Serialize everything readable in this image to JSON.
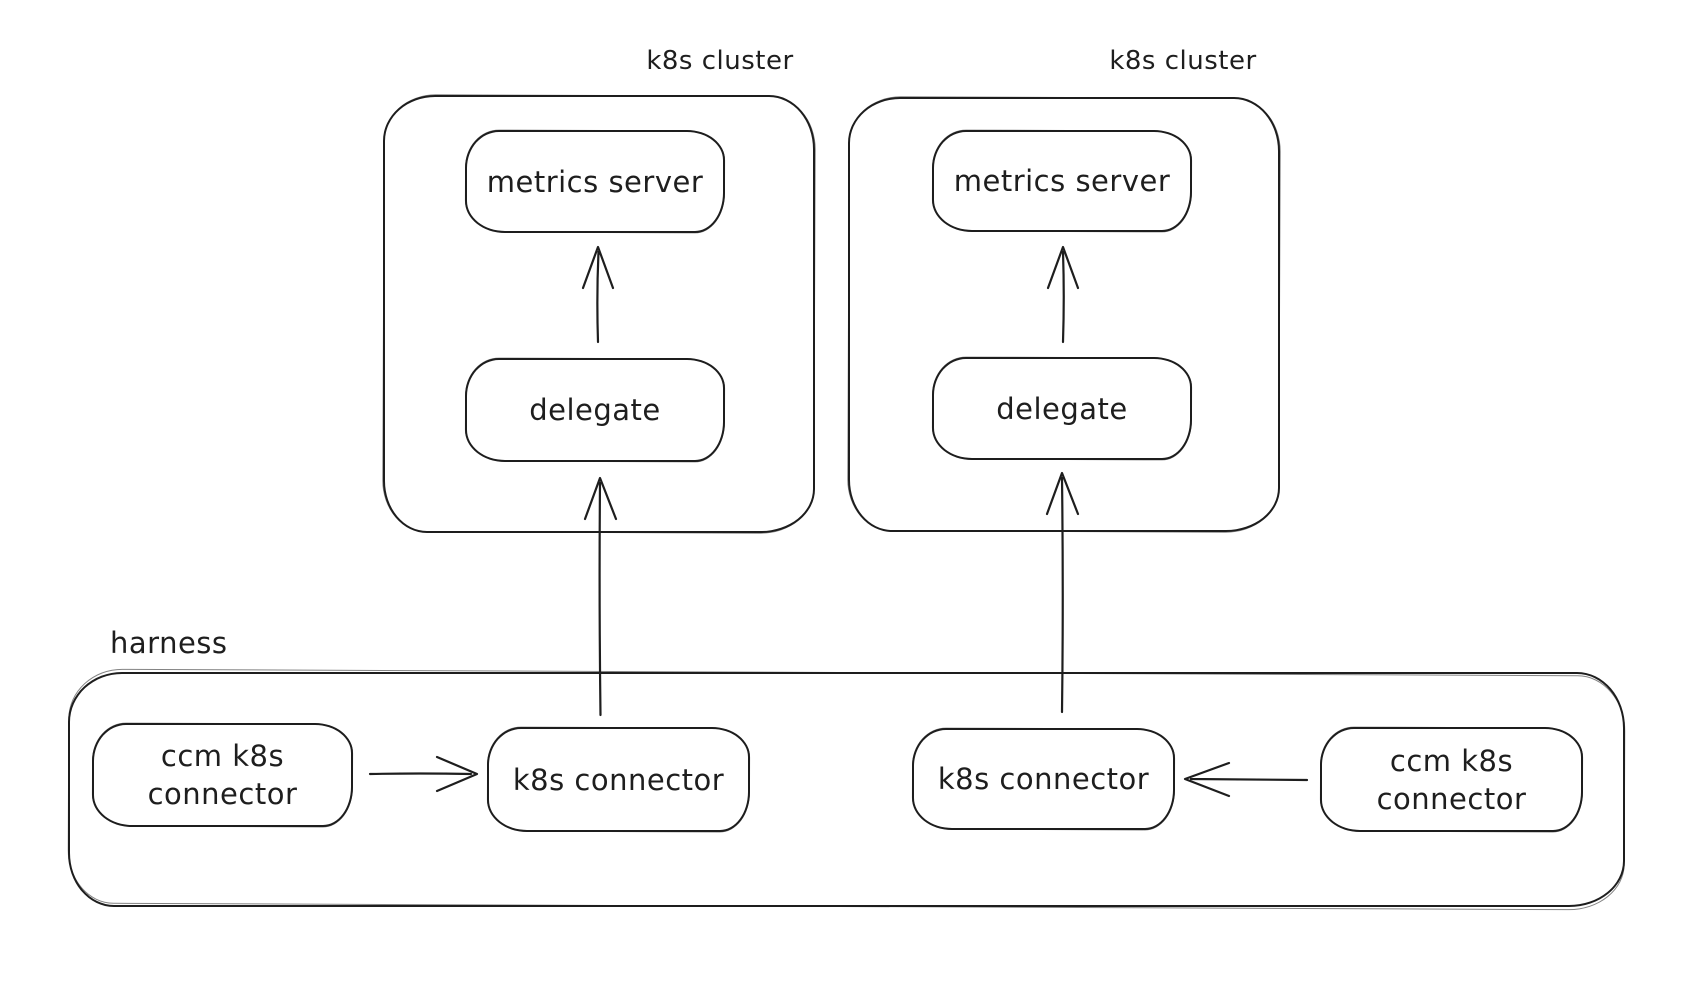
{
  "colors": {
    "ink": "#1e1e1e",
    "background": "#ffffff"
  },
  "clusters": [
    {
      "label": "k8s cluster",
      "nodes": {
        "metrics": "metrics server",
        "delegate": "delegate"
      }
    },
    {
      "label": "k8s cluster",
      "nodes": {
        "metrics": "metrics server",
        "delegate": "delegate"
      }
    }
  ],
  "harness": {
    "label": "harness",
    "nodes": {
      "ccm_left": "ccm k8s connector",
      "connector_left": "k8s connector",
      "connector_right": "k8s connector",
      "ccm_right": "ccm k8s connector"
    }
  },
  "edges": [
    {
      "from": "delegate (left cluster)",
      "to": "metrics server (left cluster)"
    },
    {
      "from": "delegate (right cluster)",
      "to": "metrics server (right cluster)"
    },
    {
      "from": "k8s connector (harness left)",
      "to": "delegate (left cluster)"
    },
    {
      "from": "k8s connector (harness right)",
      "to": "delegate (right cluster)"
    },
    {
      "from": "ccm k8s connector (harness left)",
      "to": "k8s connector (harness left)"
    },
    {
      "from": "ccm k8s connector (harness right)",
      "to": "k8s connector (harness right)"
    }
  ]
}
